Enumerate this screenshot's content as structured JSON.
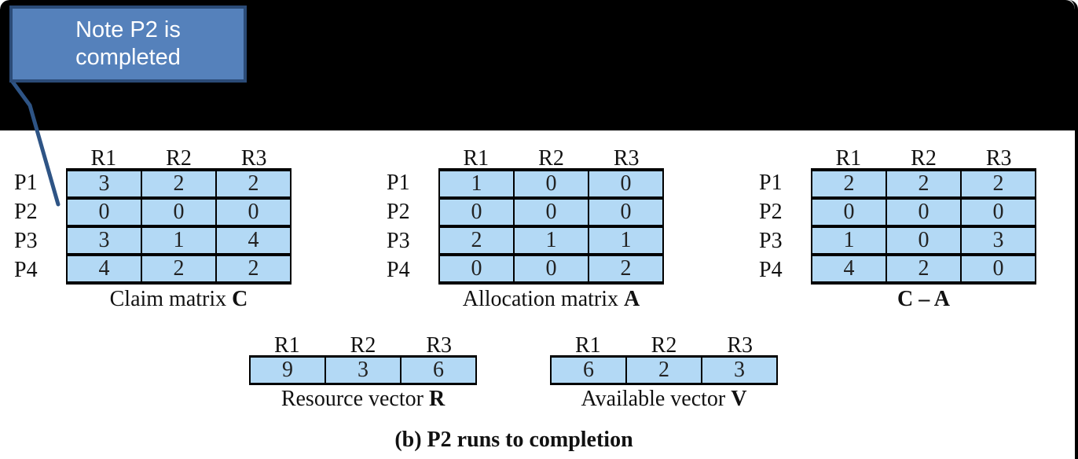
{
  "callout": {
    "text": "Note P2 is\ncompleted"
  },
  "columns": [
    "R1",
    "R2",
    "R3"
  ],
  "row_labels": [
    "P1",
    "P2",
    "P3",
    "P4"
  ],
  "matrices": [
    {
      "name": "claim-matrix",
      "caption_pre": "Claim matrix ",
      "caption_bold": "C",
      "rows": [
        [
          3,
          2,
          2
        ],
        [
          0,
          0,
          0
        ],
        [
          3,
          1,
          4
        ],
        [
          4,
          2,
          2
        ]
      ]
    },
    {
      "name": "allocation-matrix",
      "caption_pre": "Allocation matrix ",
      "caption_bold": "A",
      "rows": [
        [
          1,
          0,
          0
        ],
        [
          0,
          0,
          0
        ],
        [
          2,
          1,
          1
        ],
        [
          0,
          0,
          2
        ]
      ]
    },
    {
      "name": "c-minus-a-matrix",
      "caption_pre": "",
      "caption_bold": "C – A",
      "rows": [
        [
          2,
          2,
          2
        ],
        [
          0,
          0,
          0
        ],
        [
          1,
          0,
          3
        ],
        [
          4,
          2,
          0
        ]
      ]
    }
  ],
  "vectors": [
    {
      "name": "resource-vector",
      "caption_pre": "Resource vector ",
      "caption_bold": "R",
      "values": [
        9,
        3,
        6
      ]
    },
    {
      "name": "available-vector",
      "caption_pre": "Available vector ",
      "caption_bold": "V",
      "values": [
        6,
        2,
        3
      ]
    }
  ],
  "figure_caption": "(b) P2 runs to completion",
  "colors": {
    "band": "#000000",
    "callout_fill": "#5581BB",
    "callout_border": "#2B4B77",
    "pointer_line": "#2E5485",
    "cell_fill": "#B3D9F5"
  }
}
